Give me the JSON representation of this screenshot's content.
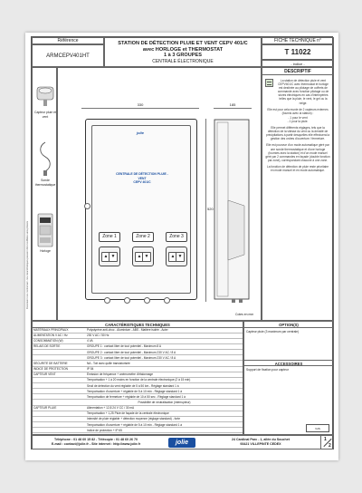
{
  "header": {
    "reference_label": "Référence",
    "reference_value": "ARMCEPV401HT",
    "title_line1": "STATION DE DÉTECTION PLUIE ET VENT CEPV 401/C",
    "title_line2": "avec HORLOGE et THERMOSTAT",
    "title_line3": "1 à 3 GROUPES",
    "title_line4": "CENTRALE ÉLECTRONIQUE",
    "fiche_label": "FICHE TECHNIQUE n°",
    "fiche_value": "T 11022",
    "indice": "- indice -"
  },
  "left_panel": {
    "captions": [
      "Capteur pluie et vent",
      "Sonde thermostatique",
      "Horloge"
    ],
    "vertical_note": "Document non contractuel - les caractéristiques peuvent être modifiées sans préavis"
  },
  "drawing": {
    "dim_width": "330",
    "dim_depth": "185",
    "dim_height": "520",
    "panel_text_line1": "CENTRALE DE DÉTECTION PLUIE - VENT",
    "panel_text_line2": "CEPV 401/C",
    "zones": [
      "Zone 1",
      "Zone 2",
      "Zone 3"
    ],
    "cotes_note": "Cotes en mm"
  },
  "descriptif": {
    "heading": "DESCRIPTIF",
    "paragraphs": [
      "La station de détection pluie et vent CEPV401/C avec thermostat et horloge est destinée au pilotage de coffrets de commande avec fonction pilotage ou de stores électriques en cas d'intempéries telles que la pluie, le vent, le gel ou la neige.",
      "Elle est pour cela munie de 2 capteurs externes (fournis avec la station) :",
      "- 1 pour le vent",
      "- 1 pour la pluie.",
      "Elle permet différents réglages, tels que la détection de la vitesse du vent ou la densité de précipitations à partir desquelles elle effectuera la gestion des ordres d'ouverture / fermeture.",
      "Elle est pourvue d'un mode automatique géré par une sonde thermostatique et d'une horloge (fournies avec la station) et d'un mode manuel géré par 2 commandes en façade (double fonction par zone), correspondant chacune à une zone.",
      "La fonction de détection de pluie reste prioritaire en mode manuel et en mode automatique."
    ]
  },
  "caracteristiques": {
    "heading": "CARACTÉRISTIQUES TECHNIQUES",
    "rows": [
      {
        "k": "MATÉRIAUX PRINCIPAUX",
        "v": "Polystyrène anti-choc - Aluminium - ABS - Matière isolée - Acier"
      },
      {
        "k": "ALIMENTATION V AC / Hz",
        "v": "230 V AC / 50 Hz"
      },
      {
        "k": "CONSOMMATION (W)",
        "v": "4 VA"
      },
      {
        "k": "RELAIS DE SORTIE",
        "v": "GROUPE 1 : contact libre de tout potentiel - Maximum 8 A"
      },
      {
        "k": "",
        "v": "GROUPE 2 : contact libre de tout potentiel - Maximum 230 V AC / 8 A"
      },
      {
        "k": "",
        "v": "GROUPE 3 : contact libre de tout potentiel - Maximum 230 V AC / 8 A"
      },
      {
        "k": "SÉCURITÉ DE BATTERIE",
        "v": "NA - Toit avec quille transistorisée"
      },
      {
        "k": "INDICE DE PROTECTION",
        "v": "IP 54"
      },
      {
        "k": "CAPTEUR VENT",
        "v": "Émission de fréquence + anémomètre d'étalonnage"
      },
      {
        "k": "",
        "v": "Temporisation + 1 à 20 moins en fonction de la centrale électronique (2 à 15 min)"
      },
      {
        "k": "",
        "v": "Seuil de détection du vent réglable de 5 à 50 km - Réglage standard 1 à"
      },
      {
        "k": "",
        "v": "Temporisation d'ouverture + réglable de 5 à 10 min - Réglage standard 1 à"
      },
      {
        "k": "",
        "v": "Temporisation de fermeture + réglable de 10 à 50 sec - Réglage standard 1 à"
      },
      {
        "k": "",
        "v": "Possibilité de neutralisation (interrupteur)",
        "center": true
      },
      {
        "k": "CAPTEUR PLUIE",
        "v": "Alimentation + 12,8 24 V CC / 30 mA"
      },
      {
        "k": "",
        "v": "Temporisation + 1,25 Pluie de façade de la centrale électronique"
      },
      {
        "k": "",
        "v": "Intensité de pluie réglable + détection moyenne (réglage standard) - forte"
      },
      {
        "k": "",
        "v": "Temporisation d'ouverture + réglable de 5 à 10 min - Réglage standard 1 à"
      },
      {
        "k": "",
        "v": "Indice de protection + IP 65"
      }
    ]
  },
  "options": {
    "heading": "OPTION(S)",
    "text": "Capteur pluie (3 maximum par centrale)"
  },
  "accessoires": {
    "heading": "ACCESSOIRES",
    "text": "Support de fixation pour capteur"
  },
  "footer": {
    "phone": "Téléphone : 01 48 60 15 82 - Télécopie : 01 48 60 26 70",
    "email": "E-mail : contact@jolie.fr - Site internet : http://www.jolie.fr",
    "logo": "jolie",
    "address1": "24 Cardinal Parc - 1, allée du Souchet",
    "address2": "93421 VILLEPINTE CEDEX",
    "page_num": "1",
    "page_total": "2"
  },
  "colors": {
    "logo_blue": "#1a4fa0",
    "shield_green": "#d9e8d0"
  }
}
